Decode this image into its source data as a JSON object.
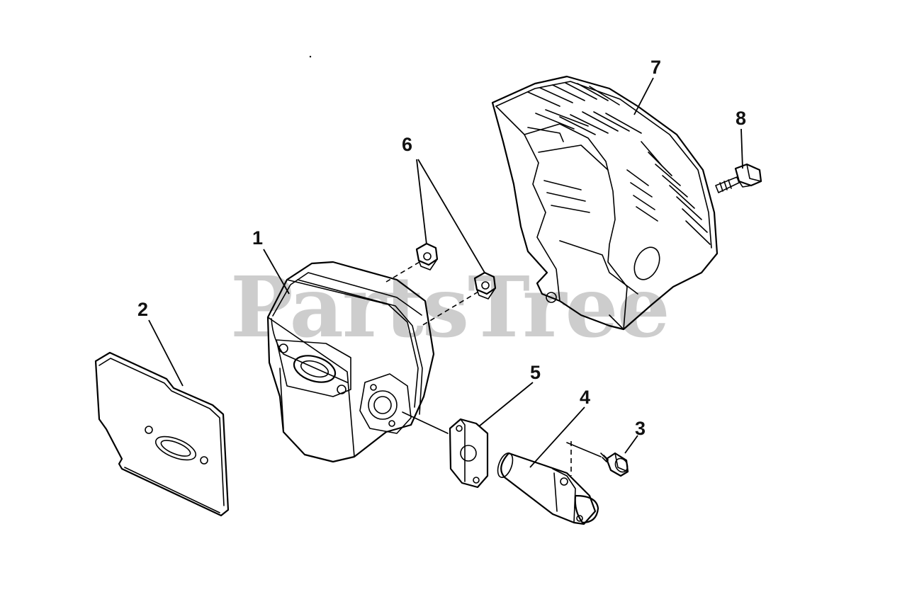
{
  "watermark": "PartsTree",
  "callouts": [
    {
      "id": "1",
      "label": "1"
    },
    {
      "id": "2",
      "label": "2"
    },
    {
      "id": "3",
      "label": "3"
    },
    {
      "id": "4",
      "label": "4"
    },
    {
      "id": "5",
      "label": "5"
    },
    {
      "id": "6",
      "label": "6"
    },
    {
      "id": "7",
      "label": "7"
    },
    {
      "id": "8",
      "label": "8"
    }
  ],
  "colors": {
    "line": "#000000",
    "watermark": "#bdbdbd",
    "background": "#ffffff"
  }
}
